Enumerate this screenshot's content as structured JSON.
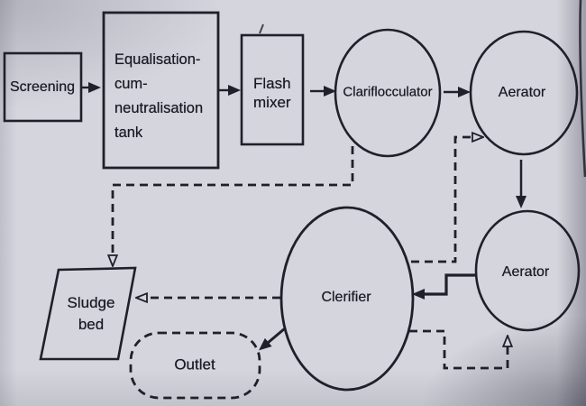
{
  "figure": {
    "type": "process-flow-diagram",
    "subject": "Industrial wastewater treatment plant flow sheet"
  },
  "colors": {
    "ink": "#20202a",
    "paper": "#d5d5dd",
    "text": "#1a1a25"
  },
  "nodes": {
    "screening": "Screening",
    "equalisation_tank": "Equalisation-\ncum-\nneutralisation\ntank",
    "flash_mixer": "Flash\nmixer",
    "clariflocculator": "Clariflocculator",
    "aerator_top": "Aerator",
    "aerator_bottom": "Aerator",
    "clerifier": "Clerifier",
    "sludge_bed": "Sludge\nbed",
    "outlet": "Outlet"
  },
  "edges": [
    {
      "from": "screening",
      "to": "equalisation_tank",
      "line": "solid",
      "arrowhead": "filled"
    },
    {
      "from": "equalisation_tank",
      "to": "flash_mixer",
      "line": "solid",
      "arrowhead": "filled"
    },
    {
      "from": "flash_mixer",
      "to": "clariflocculator",
      "line": "solid",
      "arrowhead": "filled"
    },
    {
      "from": "clariflocculator",
      "to": "aerator_top",
      "line": "solid",
      "arrowhead": "filled"
    },
    {
      "from": "aerator_top",
      "to": "aerator_bottom",
      "line": "solid",
      "arrowhead": "filled"
    },
    {
      "from": "aerator_bottom",
      "to": "clerifier",
      "line": "solid",
      "arrowhead": "filled"
    },
    {
      "from": "clerifier",
      "to": "outlet",
      "line": "solid",
      "arrowhead": "filled"
    },
    {
      "from": "clariflocculator",
      "to": "sludge_bed",
      "line": "dashed",
      "arrowhead": "open"
    },
    {
      "from": "clerifier",
      "to": "sludge_bed",
      "line": "dashed",
      "arrowhead": "open"
    },
    {
      "from": "clerifier",
      "to": "aerator_top",
      "line": "dashed",
      "arrowhead": "open"
    },
    {
      "from": "clerifier",
      "to": "aerator_bottom",
      "line": "dashed",
      "arrowhead": "open"
    }
  ]
}
